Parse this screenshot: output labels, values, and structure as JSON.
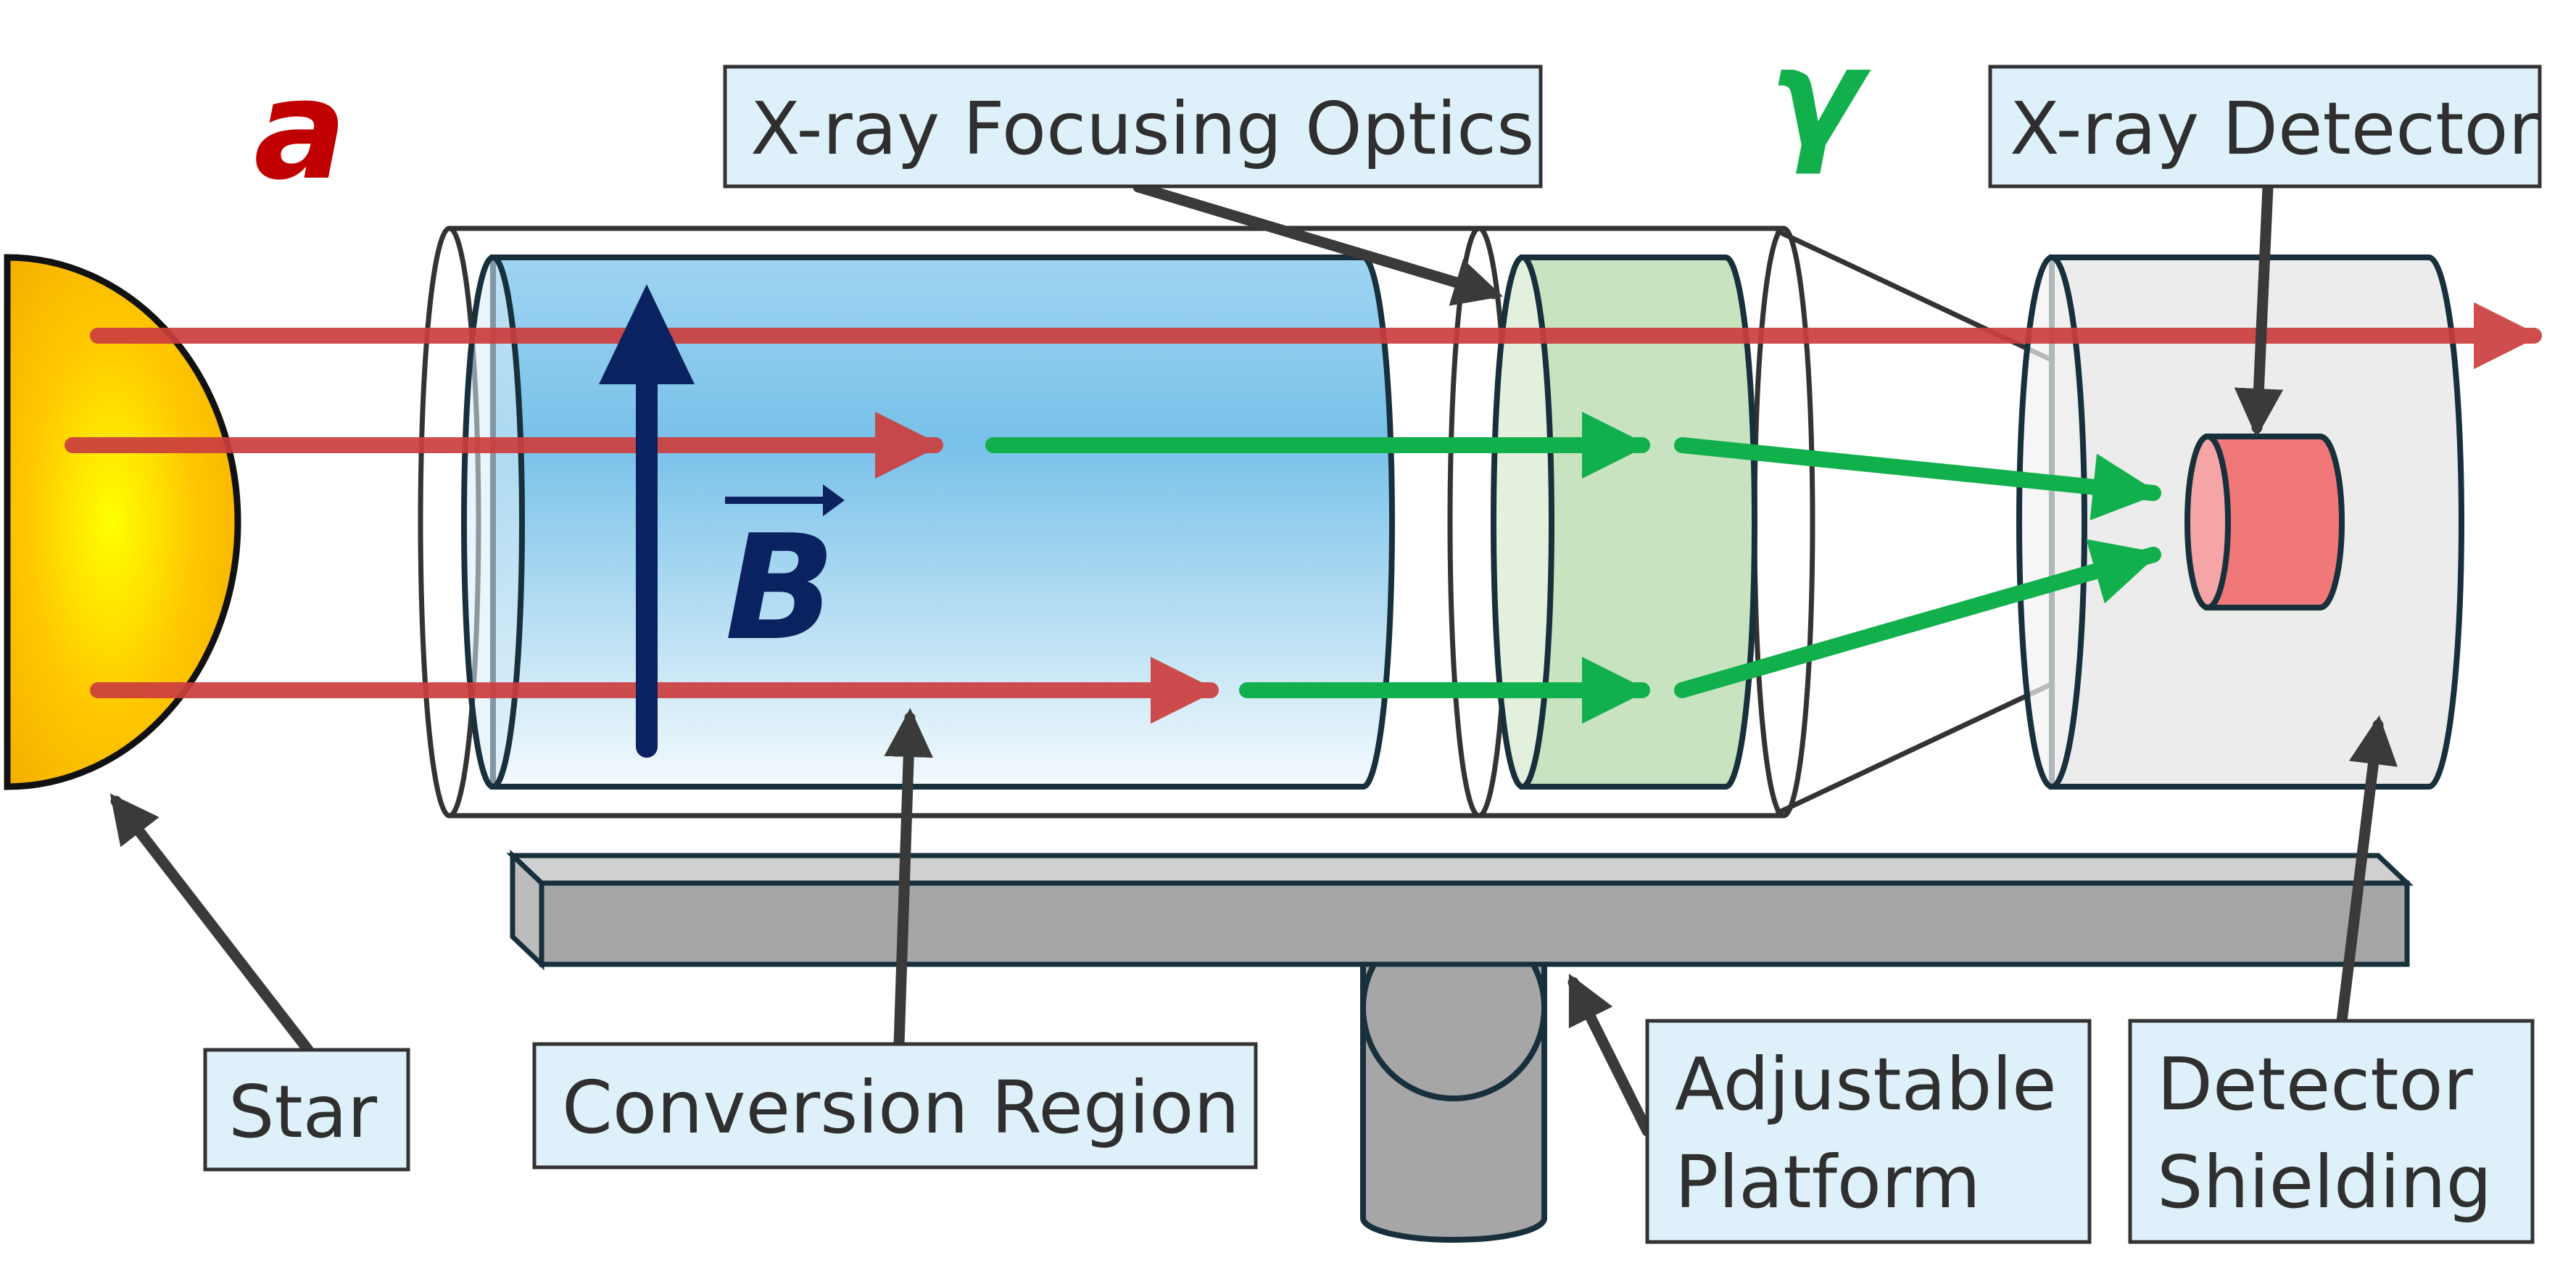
{
  "labels": {
    "xray_optics": "X-ray Focusing Optics",
    "xray_detector": "X-ray Detector",
    "star": "Star",
    "conversion_region": "Conversion Region",
    "platform_line1": "Adjustable",
    "platform_line2": "Platform",
    "shielding_line1": "Detector",
    "shielding_line2": "Shielding"
  },
  "symbols": {
    "axion": "a",
    "photon": "γ",
    "magnetic_field": "B"
  },
  "colors": {
    "axion_ray": "#cc3e3e",
    "photon_ray": "#12b04c",
    "axion_symbol": "#c00000",
    "photon_symbol": "#12b04c",
    "field_arrow": "#0b2260",
    "label_box_fill": "#def1fa",
    "star_fill": "#ffc000",
    "optics_fill": "#c8e3c0",
    "detector_fill": "#f07878",
    "shielding_fill": "#ececec",
    "platform_fill": "#a6a6a6"
  }
}
